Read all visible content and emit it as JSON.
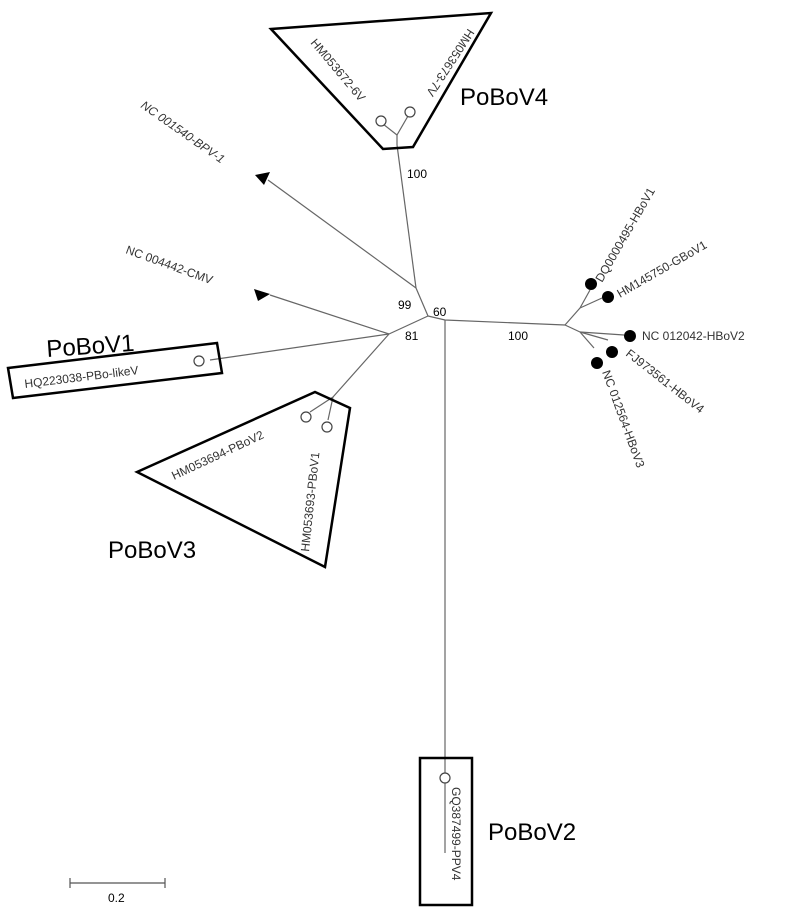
{
  "clades": {
    "pobov1": "PoBoV1",
    "pobov2": "PoBoV2",
    "pobov3": "PoBoV3",
    "pobov4": "PoBoV4"
  },
  "tips": {
    "hm053672": "HM053672-6V",
    "hm053673": "HM053673-7V",
    "bpv1": "NC 001540-BPV-1",
    "cmv": "NC 004442-CMV",
    "hq223038": "HQ223038-PBo-likeV",
    "hm053694": "HM053694-PBoV2",
    "hm053693": "HM053693-PBoV1",
    "gq387499": "GQ387499-PPV4",
    "dq0000495": "DQ0000495-HBoV1",
    "hm145750": "HM145750-GBoV1",
    "nc012042": "NC 012042-HBoV2",
    "fj973561": "FJ973561-HBoV4",
    "nc012564": "NC 012564-HBoV3"
  },
  "bootstrap": {
    "pobov4": "100",
    "node99": "99",
    "node60": "60",
    "node81": "81",
    "hbov": "100"
  },
  "scale_bar": {
    "label": "0.2"
  },
  "colors": {
    "line": "#666666",
    "box": "#000000"
  }
}
